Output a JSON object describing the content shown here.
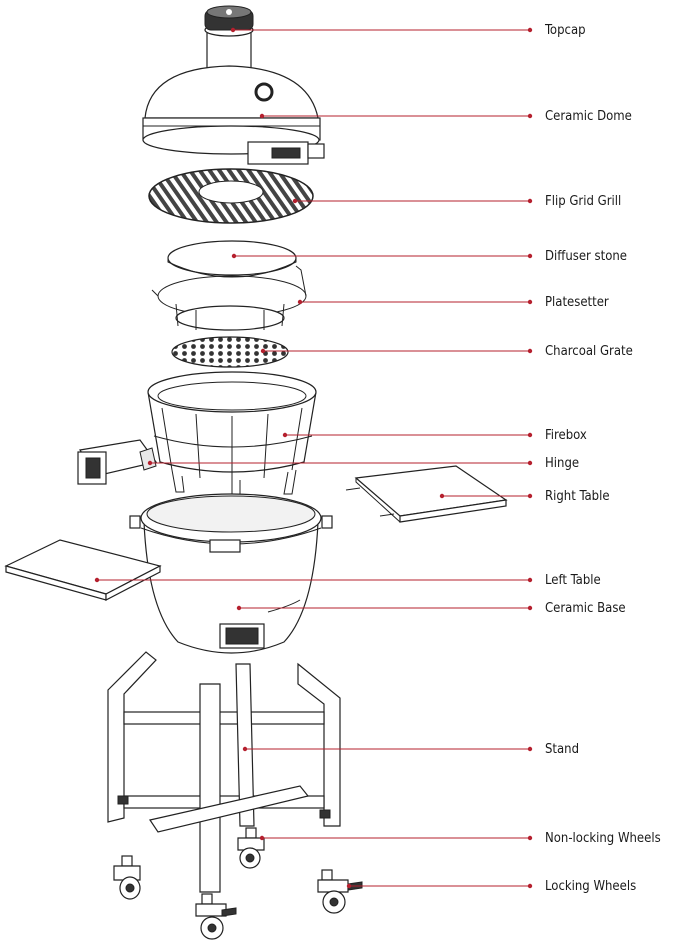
{
  "theme": {
    "leader_color": "#b5202e",
    "line_color": "#222222"
  },
  "labels": [
    {
      "id": "topcap",
      "text": "Topcap"
    },
    {
      "id": "ceramic-dome",
      "text": "Ceramic Dome"
    },
    {
      "id": "flip-grid-grill",
      "text": "Flip Grid Grill"
    },
    {
      "id": "diffuser-stone",
      "text": "Diffuser stone"
    },
    {
      "id": "platesetter",
      "text": "Platesetter"
    },
    {
      "id": "charcoal-grate",
      "text": "Charcoal Grate"
    },
    {
      "id": "firebox",
      "text": "Firebox"
    },
    {
      "id": "hinge",
      "text": "Hinge"
    },
    {
      "id": "right-table",
      "text": "Right Table"
    },
    {
      "id": "left-table",
      "text": "Left Table"
    },
    {
      "id": "ceramic-base",
      "text": "Ceramic Base"
    },
    {
      "id": "stand",
      "text": "Stand"
    },
    {
      "id": "non-locking-wheels",
      "text": "Non-locking Wheels"
    },
    {
      "id": "locking-wheels",
      "text": "Locking Wheels"
    }
  ]
}
